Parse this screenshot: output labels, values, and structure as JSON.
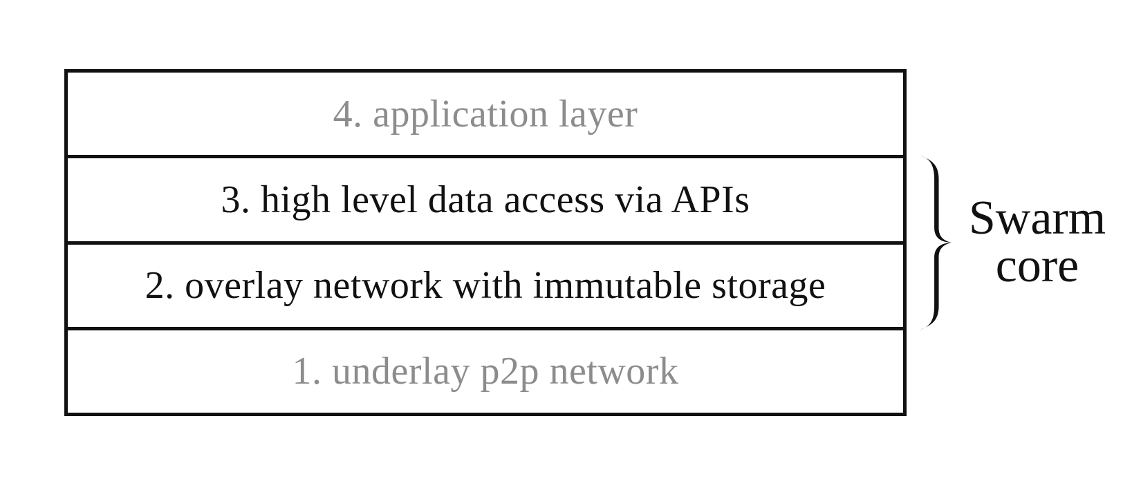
{
  "diagram": {
    "title_hint": "Swarm layered architecture stack",
    "layers": [
      {
        "label": "4. application layer",
        "emphasis": "muted"
      },
      {
        "label": "3. high level data access via APIs",
        "emphasis": "strong"
      },
      {
        "label": "2. overlay network with immutable storage",
        "emphasis": "strong"
      },
      {
        "label": "1. underlay p2p network",
        "emphasis": "muted"
      }
    ],
    "brace": {
      "label_line1": "Swarm",
      "label_line2": "core",
      "spans_layers": [
        "3. high level data access via APIs",
        "2. overlay network with immutable storage"
      ]
    },
    "colors": {
      "ink": "#111111",
      "muted": "#8c8c8c",
      "background": "#ffffff"
    }
  }
}
